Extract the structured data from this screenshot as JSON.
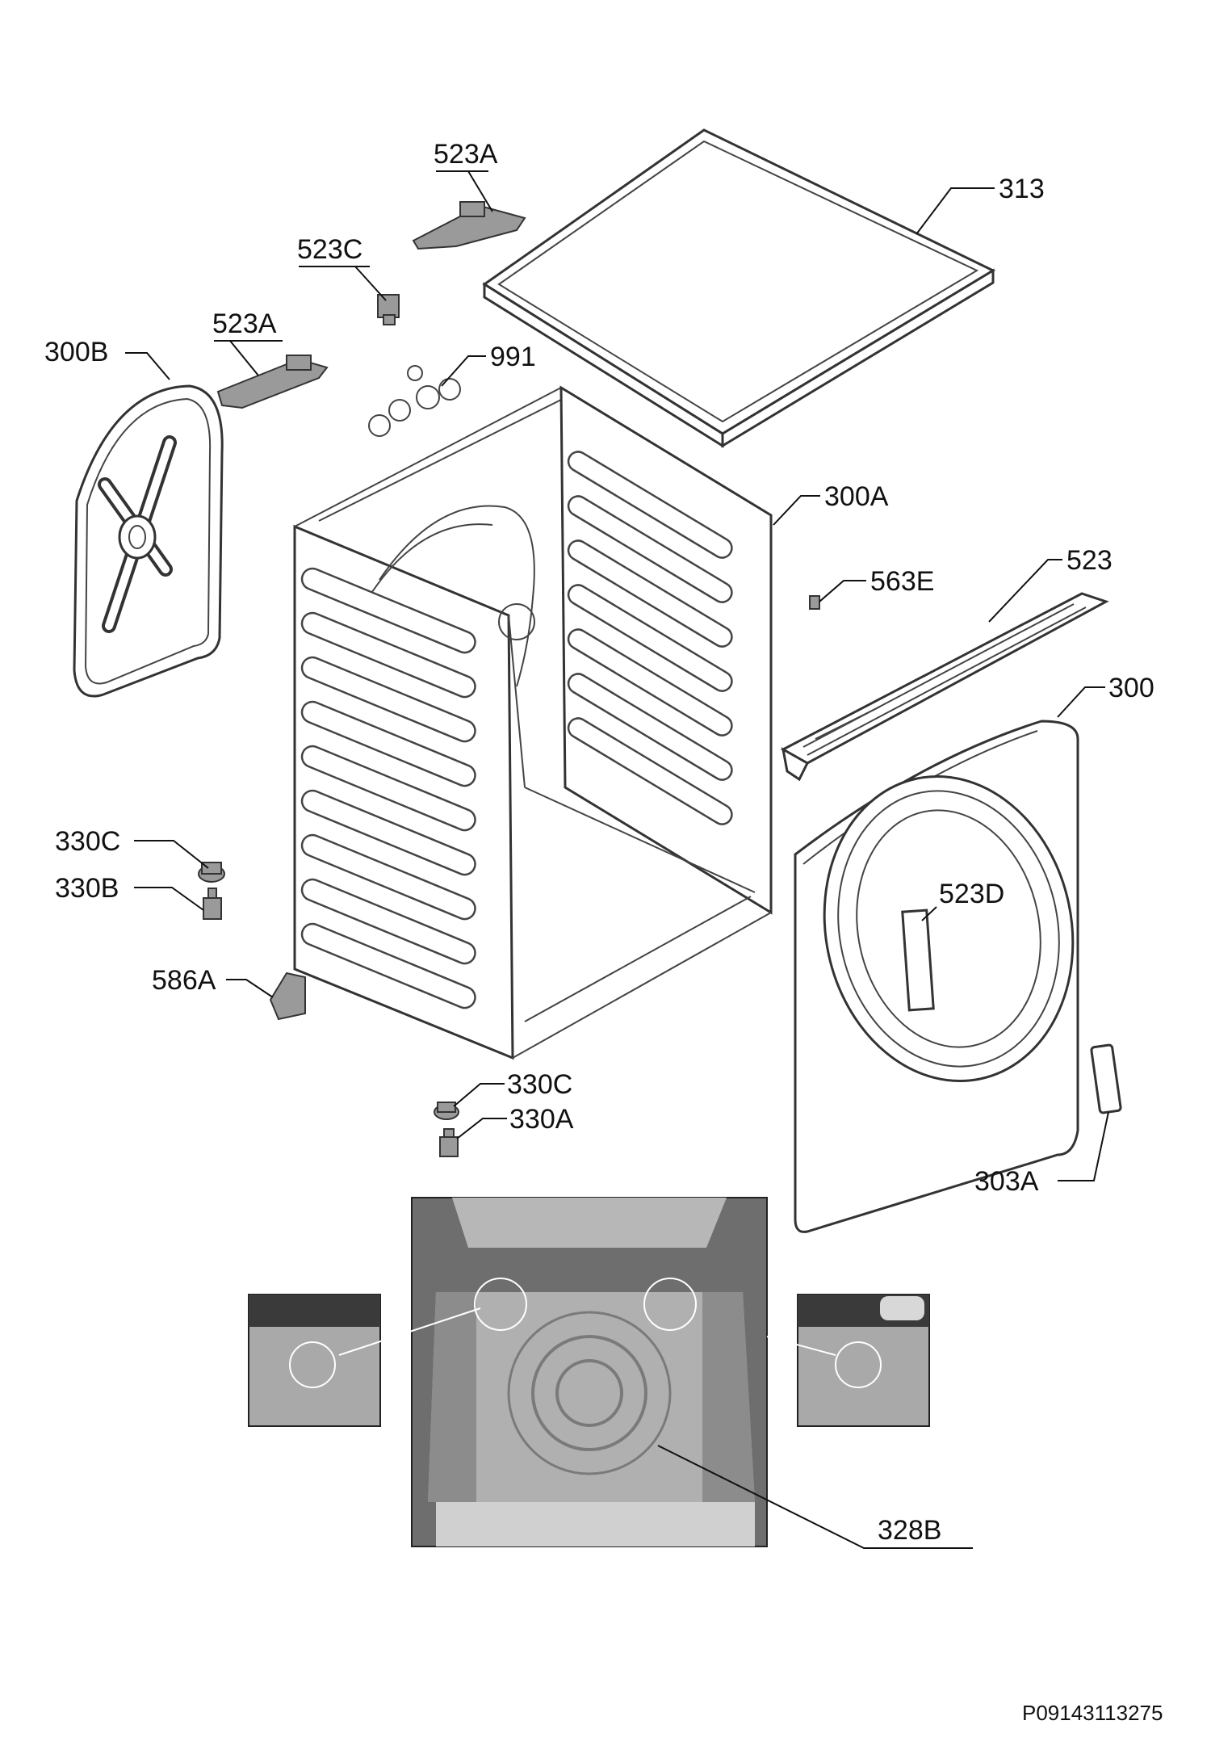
{
  "labels": {
    "l313": "313",
    "l523A_top": "523A",
    "l523C": "523C",
    "l523A_mid": "523A",
    "l300B": "300B",
    "l991": "991",
    "l300A": "300A",
    "l563E": "563E",
    "l523": "523",
    "l300": "300",
    "l330C_left": "330C",
    "l330B": "330B",
    "l523D": "523D",
    "l586A": "586A",
    "l330C_bottom": "330C",
    "l330A": "330A",
    "l303A": "303A",
    "l328B": "328B"
  },
  "document_code": "P09143113275"
}
